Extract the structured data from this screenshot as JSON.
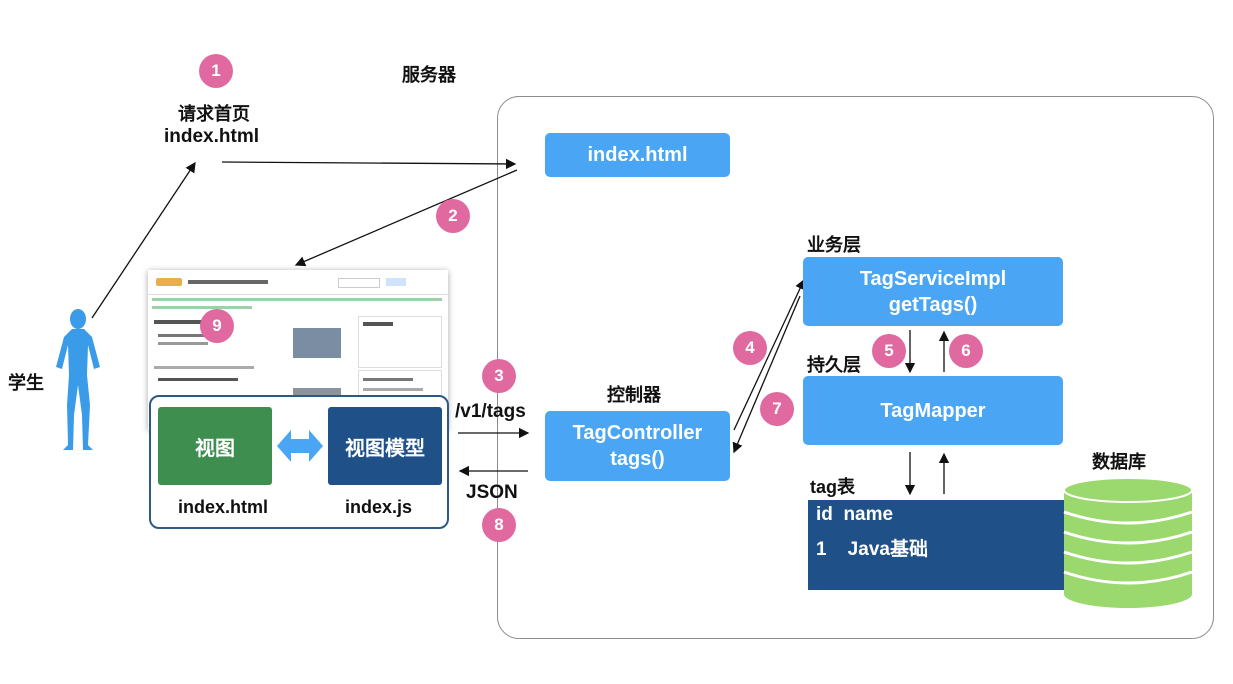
{
  "labels": {
    "server": "服务器",
    "student": "学生",
    "request_line1": "请求首页",
    "request_line2": "index.html",
    "service_layer": "业务层",
    "persistence_layer": "持久层",
    "controller_layer": "控制器",
    "api_path": "/v1/tags",
    "response_format": "JSON",
    "table_name": "tag表",
    "database": "数据库"
  },
  "boxes": {
    "index_html": "index.html",
    "service_line1": "TagServiceImpl",
    "service_line2": "getTags()",
    "mapper": "TagMapper",
    "controller_line1": "TagController",
    "controller_line2": "tags()"
  },
  "client": {
    "view": "视图",
    "view_model": "视图模型",
    "view_file": "index.html",
    "view_model_file": "index.js"
  },
  "table": {
    "header": "id  name",
    "row1": "1    Java基础"
  },
  "steps": [
    "1",
    "2",
    "3",
    "4",
    "5",
    "6",
    "7",
    "8",
    "9"
  ],
  "colors": {
    "badge": "#e06aa0",
    "box": "#4aa6f4",
    "view": "#3e8f4f",
    "view_model": "#1f5188",
    "db": "#9bd86d",
    "person": "#3a9be8"
  }
}
